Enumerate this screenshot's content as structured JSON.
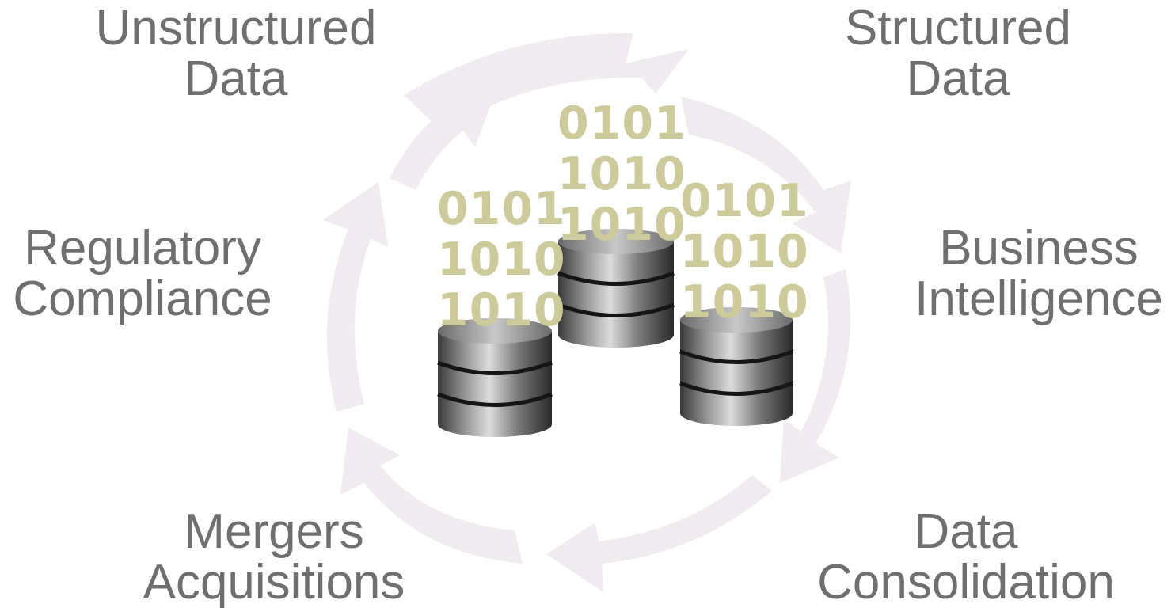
{
  "labels": {
    "top_left": {
      "line1": "Unstructured",
      "line2": "Data"
    },
    "top_right": {
      "line1": "Structured",
      "line2": "Data"
    },
    "mid_left": {
      "line1": "Regulatory",
      "line2": "Compliance"
    },
    "mid_right": {
      "line1": "Business",
      "line2": "Intelligence"
    },
    "bottom_left": {
      "line1": "Mergers",
      "line2": "Acquisitions"
    },
    "bottom_right": {
      "line1": "Data",
      "line2": "Consolidation"
    }
  },
  "binary": {
    "left": {
      "r1": "0101",
      "r2": "1010",
      "r3": "1010"
    },
    "center": {
      "r1": "0101",
      "r2": "1010",
      "r3": "1010"
    },
    "right": {
      "r1": "0101",
      "r2": "1010",
      "r3": "1010"
    }
  },
  "colors": {
    "label_text": "#6f6f6f",
    "binary_text": "#cdca9b",
    "ring_fill": "#efebef",
    "database_mid": "#8a8a8a"
  },
  "icons": [
    "cycle-arrows-ring",
    "database-icon"
  ]
}
